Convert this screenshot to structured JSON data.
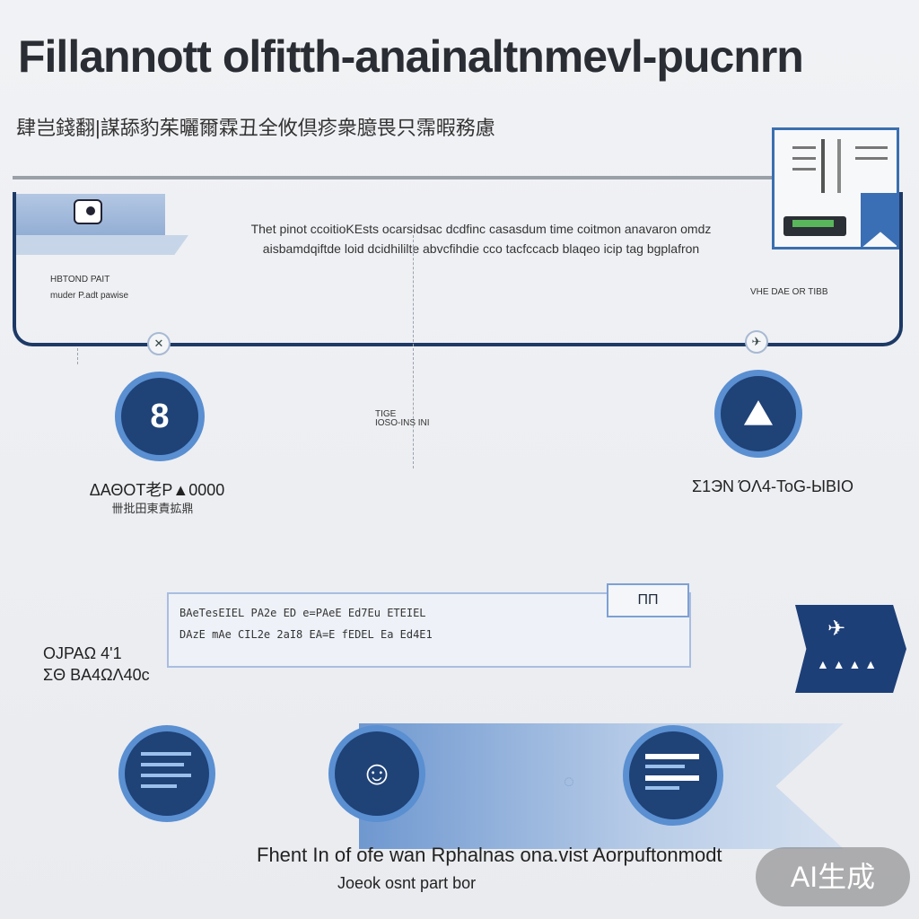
{
  "header": {
    "title": "Fillannott olfitth-anainaltnmevl-pucnrn",
    "subtitle": "肆岂錢翻|謀舔豹茱曬爾霖丑全攸倶疹衆臆畏只霈暇務慮"
  },
  "panel": {
    "description": "Thet pinot ccoitioKEsts ocarsidsac dcdfinc casasdum time coitmon anavaron omdz aisbamdqiftde loid dcidhililte abvcfihdie cco tacfccacb blaqeo icip tag bgplafron",
    "left_label_1": "HBTOND PAIT",
    "left_label_2": "muder P.adt pawise",
    "right_label": "VHE DAE OR TIBB",
    "center_label_1": "TIGE",
    "center_label_2": "IOSO-INS INI"
  },
  "milestones": {
    "left": {
      "icon": "bird-icon",
      "caption": "ΔΑΘΟΤ老P▲0000",
      "sub": "卌批田東責拡鼎"
    },
    "right": {
      "icon": "mountain-icon",
      "caption": "Σ1ЭΝ ΌΛ4-ΤοG-ЫΒΙΟ"
    }
  },
  "strip": {
    "tag": "ΠΠ",
    "row_1": "BAeTesEIEL PA2e ED e=PAeE Ed7Eu ETEIEL",
    "row_2": "DAzE mAe CIL2e 2aI8 EA=E fEDEL Ea Ed4E1",
    "side_label_1": "ΟJΡΑΩ 4'1",
    "side_label_2": "ΣΘ ΒΑ4ΩΛ40c"
  },
  "bottom_circles": [
    {
      "icon": "list-icon"
    },
    {
      "icon": "person-icon"
    },
    {
      "icon": "document-icon"
    }
  ],
  "footer": {
    "line_1": "Fhent In of ofe wan Rphalnas ona.vist Aorpuftonmodt",
    "line_2": "Joeok osnt part bor"
  },
  "watermark": "AI生成",
  "colors": {
    "accent": "#1d3a66",
    "light_blue": "#5a8fd1",
    "background": "#eef0f3"
  }
}
